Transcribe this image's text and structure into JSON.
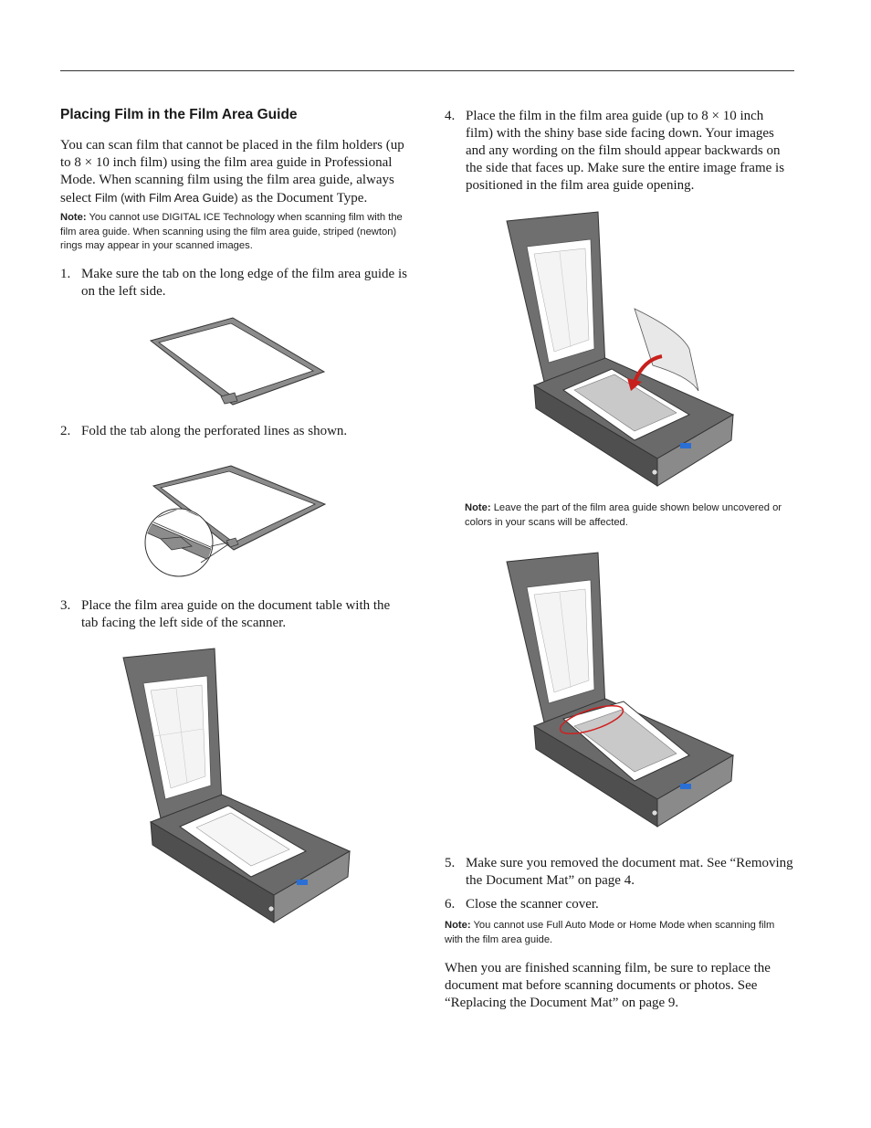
{
  "heading": "Placing Film in the Film Area Guide",
  "intro": {
    "text_before": "You can scan film that cannot be placed in the film holders (up to 8 × 10 inch film) using the film area guide in Professional Mode. When scanning film using the film area guide, always select ",
    "ui_term": "Film (with Film Area Guide)",
    "text_after": " as the Document Type."
  },
  "note1": {
    "label": "Note:",
    "text": " You cannot use DIGITAL ICE Technology when scanning film with the film area guide. When scanning using the film area guide, striped (newton) rings may appear in your scanned images."
  },
  "steps": [
    {
      "num": "1.",
      "text": "Make sure the tab on the long edge of the film area guide is on the left side."
    },
    {
      "num": "2.",
      "text": "Fold the tab along the perforated lines as shown."
    },
    {
      "num": "3.",
      "text": "Place the film area guide on the document table with the tab facing the left side of the scanner."
    },
    {
      "num": "4.",
      "text": "Place the film in the film area guide (up to 8 × 10 inch film) with the shiny base side facing down. Your images and any wording on the film should appear backwards on the side that faces up. Make sure the entire image frame is positioned in the film area guide opening."
    },
    {
      "num": "5.",
      "text": "Make sure you removed the document mat. See “Removing the Document Mat” on page 4."
    },
    {
      "num": "6.",
      "text": "Close the scanner cover."
    }
  ],
  "note2": {
    "label": "Note:",
    "text": " Leave the part of the film area guide shown below uncovered or colors in your scans will be affected."
  },
  "note3": {
    "label": "Note:",
    "text": " You cannot use Full Auto Mode or Home Mode when scanning film with the film area guide."
  },
  "closing": "When you are finished scanning film, be sure to replace the document mat before scanning documents or photos. See “Replacing the Document Mat” on page 9.",
  "colors": {
    "scanner_dark": "#555555",
    "scanner_mid": "#7a7a7a",
    "accent_blue": "#2a6fd6",
    "highlight_red": "#d02020",
    "arrow_red": "#c8201c"
  }
}
